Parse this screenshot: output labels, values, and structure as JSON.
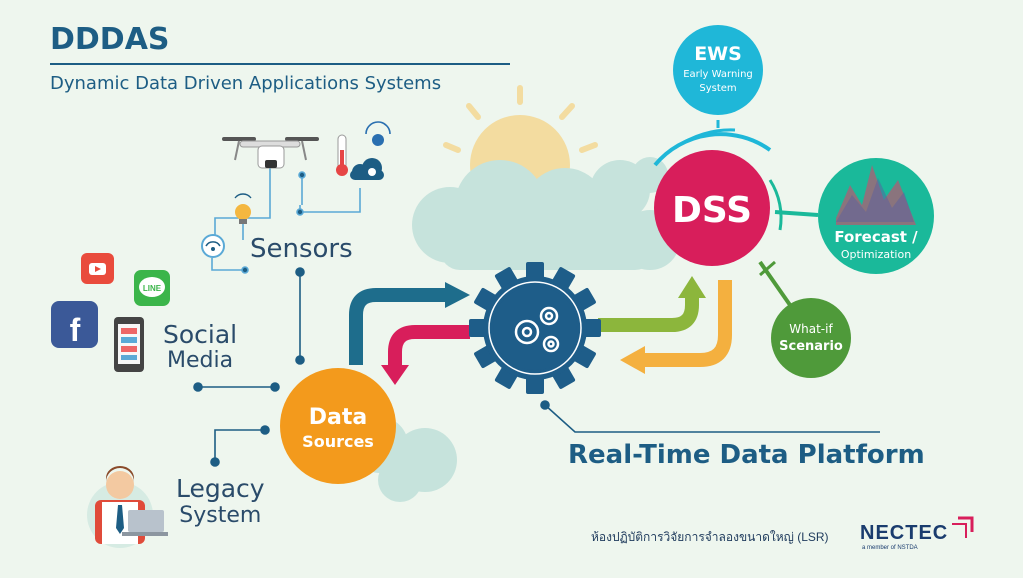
{
  "header": {
    "title": "DDDAS",
    "subtitle": "Dynamic Data Driven Applications Systems"
  },
  "sources": {
    "sensors": "Sensors",
    "social_line1": "Social",
    "social_line2": "Media",
    "legacy_line1": "Legacy",
    "legacy_line2": "System",
    "data_sources_line1": "Data",
    "data_sources_line2": "Sources"
  },
  "platform": {
    "label": "Real-Time Data Platform"
  },
  "dss": {
    "label": "DSS",
    "ews_title": "EWS",
    "ews_line1": "Early Warning",
    "ews_line2": "System",
    "forecast_line1": "Forecast /",
    "forecast_line2": "Optimization",
    "whatif_line1": "What-if",
    "whatif_line2": "Scenario"
  },
  "footer": {
    "lab_text": "ห้องปฏิบัติการวิจัยการจำลองขนาดใหญ่ (LSR)",
    "logo_text": "NECTEC",
    "logo_sub": "a member of NSTDA"
  },
  "icons": {
    "line_label": "LINE"
  },
  "colors": {
    "navy": "#1d5d84",
    "orange": "#f39a1c",
    "magenta": "#d81e5b",
    "cyan": "#1fb7d8",
    "teal": "#1ab99a",
    "green": "#4f9a3a",
    "gear": "#1e5d89",
    "cloud": "#bfe0d8",
    "sun": "#f3dca0"
  }
}
